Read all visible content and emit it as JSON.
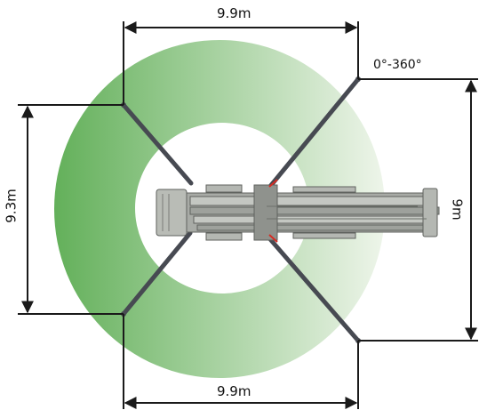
{
  "dimensions": {
    "top_width": "9.9m",
    "bottom_width": "9.9m",
    "left_height": "9.3m",
    "right_height": "9m",
    "rotation": "0°-360°"
  },
  "colors": {
    "ring_dark": "#63b05a",
    "ring_light": "#eef5ea",
    "outrigger": "#474a52",
    "truck": "#a8aba6",
    "truck_outline": "#5f625e",
    "dimension_line": "#1a1a1a",
    "accent": "#d62a22"
  }
}
